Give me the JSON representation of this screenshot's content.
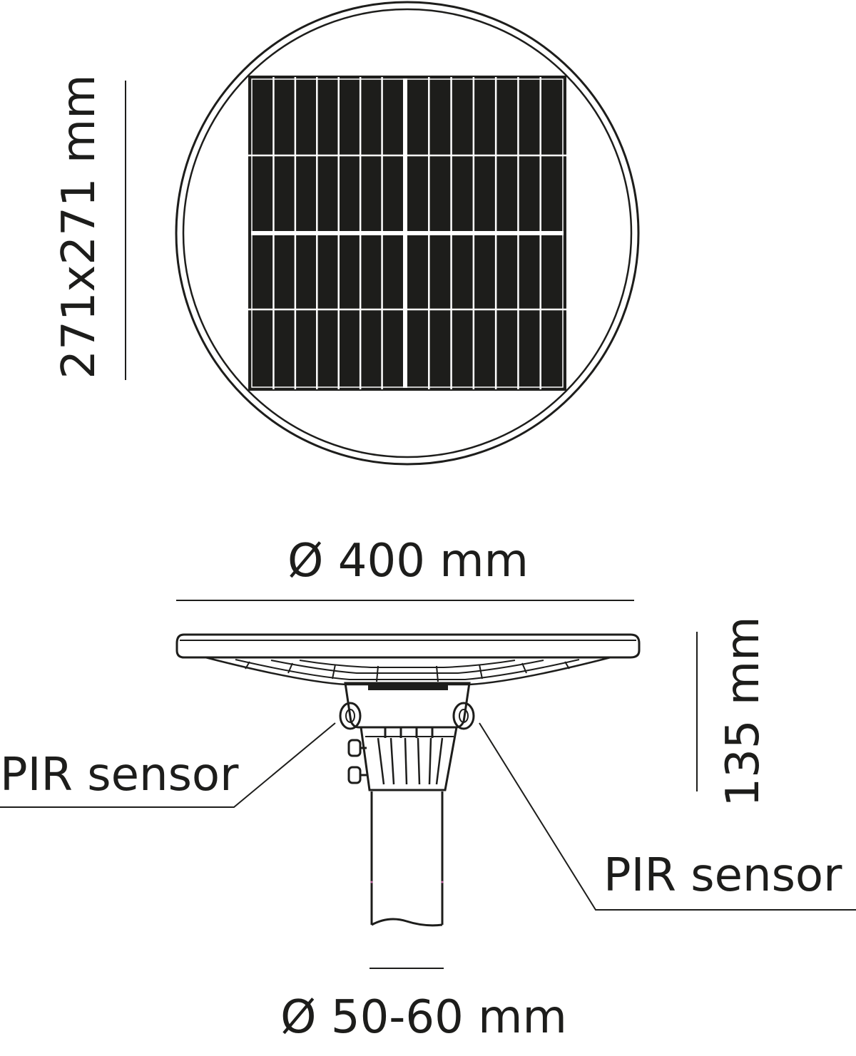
{
  "dimensions": {
    "panel_size": "271x271 mm",
    "diameter": "Ø 400 mm",
    "height": "135 mm",
    "pole_diameter": "Ø 50-60 mm"
  },
  "callouts": {
    "left_sensor": "PIR sensor",
    "right_sensor": "PIR sensor"
  },
  "colors": {
    "ink": "#1d1d1b",
    "panel": "#1d1d1b",
    "background": "#ffffff"
  }
}
